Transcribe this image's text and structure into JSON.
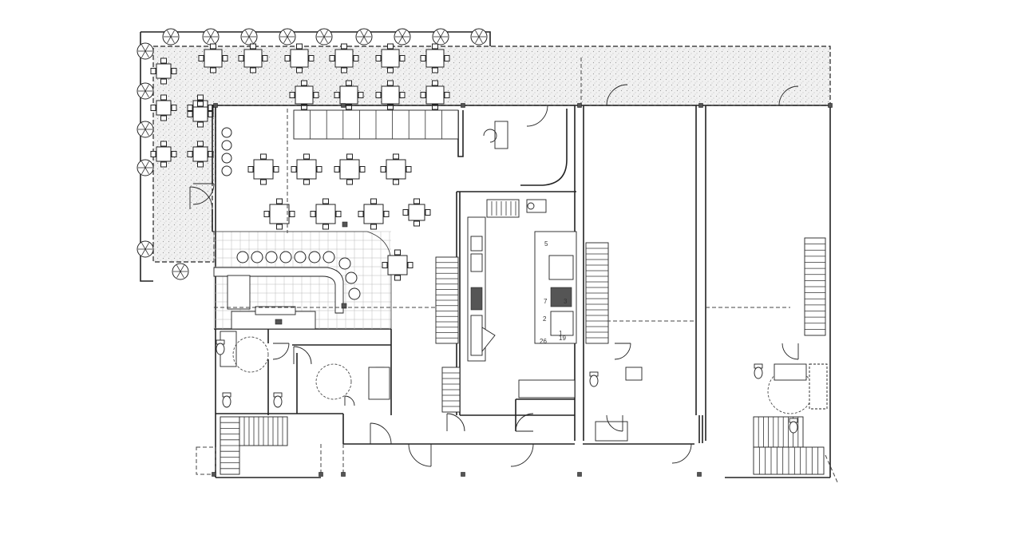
{
  "plan": {
    "equipment_labels": [
      {
        "id": "l1",
        "text": "5"
      },
      {
        "id": "l2",
        "text": "7"
      },
      {
        "id": "l3",
        "text": "3"
      },
      {
        "id": "l4",
        "text": "26"
      },
      {
        "id": "l5",
        "text": "2"
      },
      {
        "id": "l6",
        "text": "1"
      },
      {
        "id": "l7",
        "text": "19"
      }
    ]
  }
}
